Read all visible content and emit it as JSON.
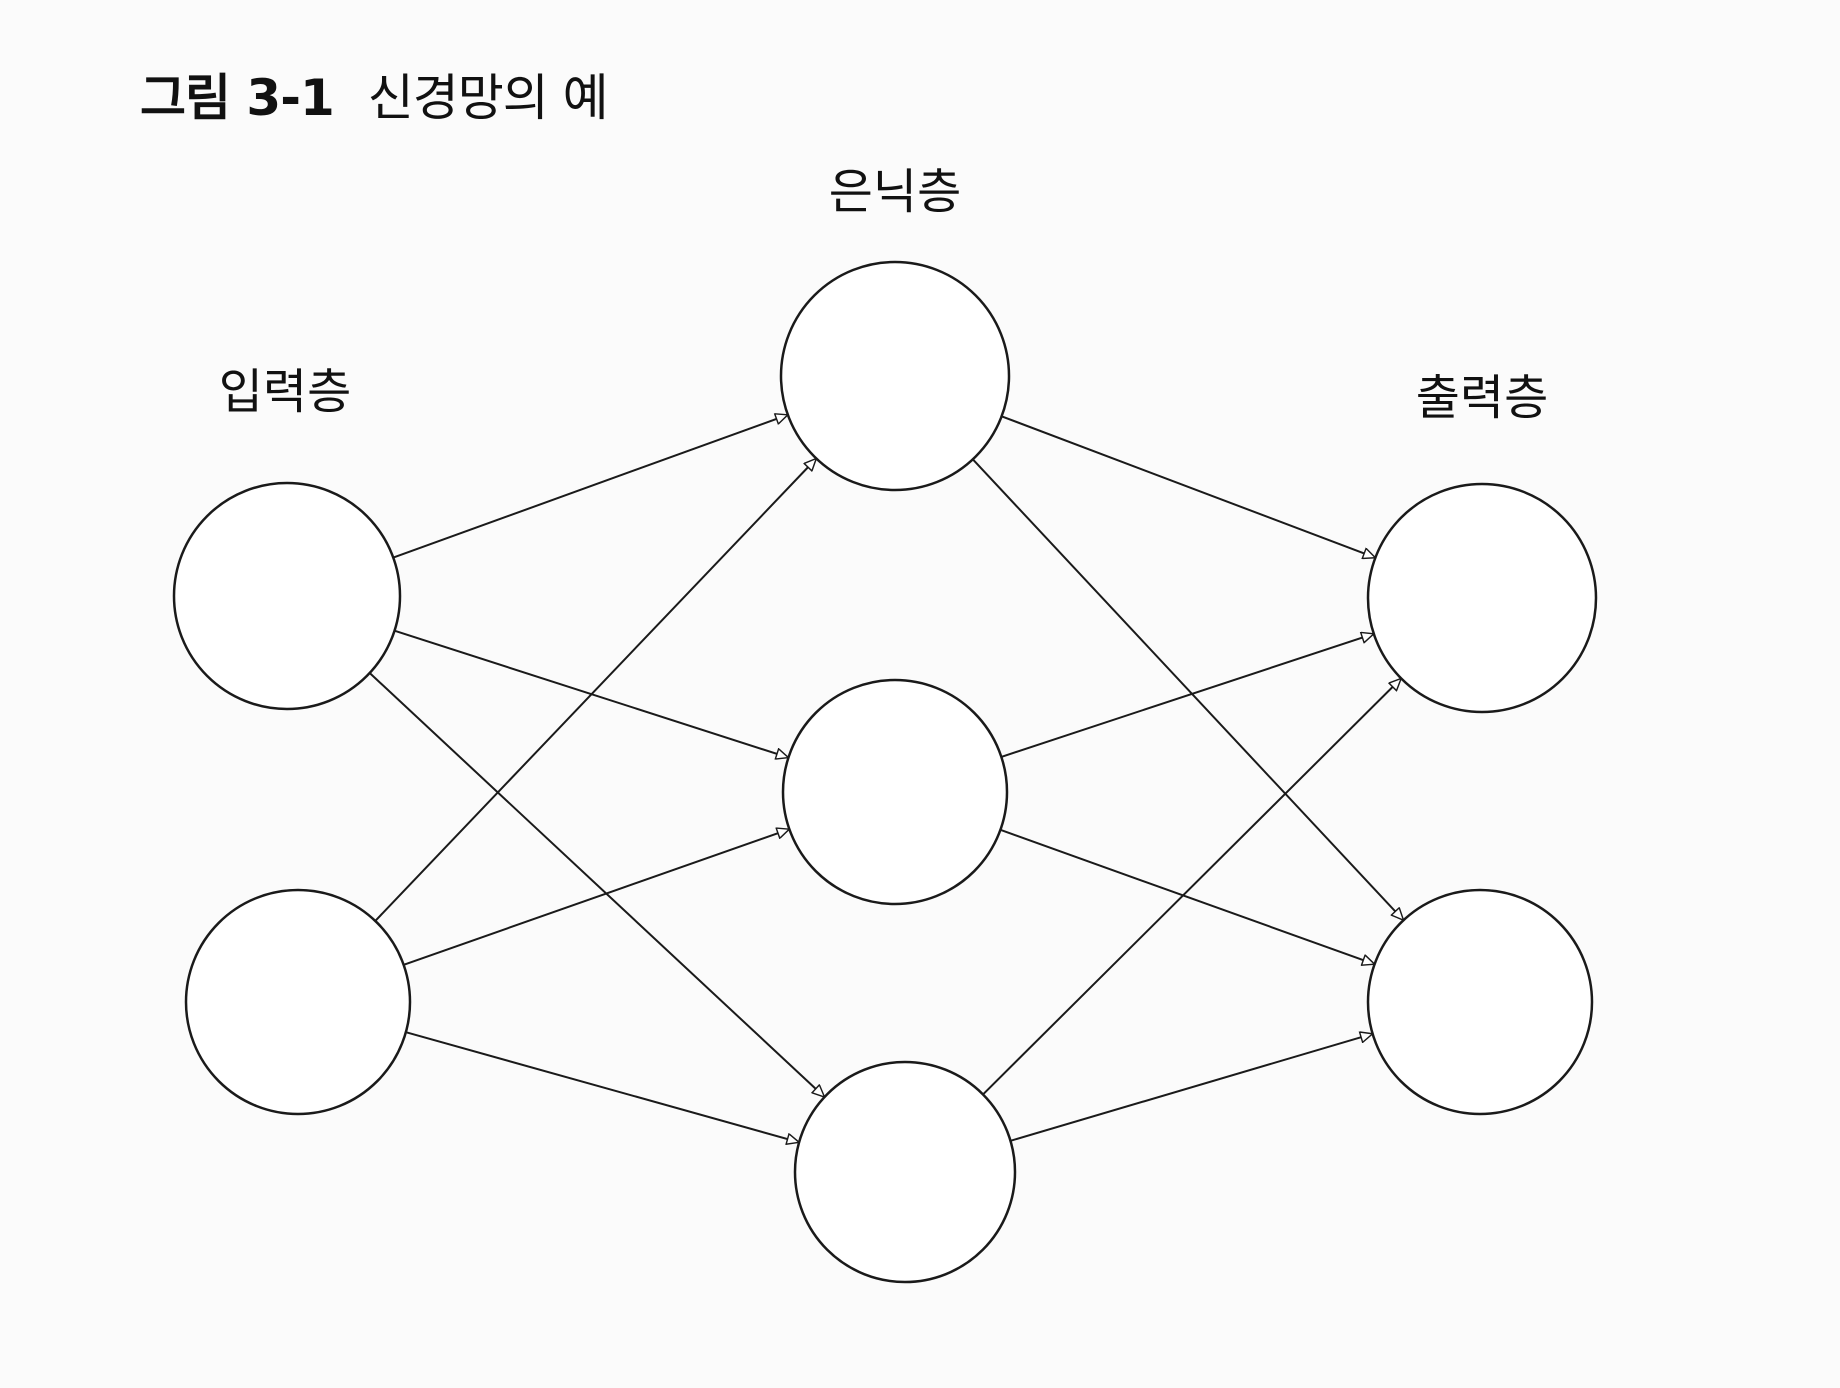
{
  "figure": {
    "label": "그림 3-1",
    "caption": "신경망의 예"
  },
  "layers": {
    "input": "입력층",
    "hidden": "은닉층",
    "output": "출력층"
  },
  "network": {
    "input_count": 2,
    "hidden_count": 3,
    "output_count": 2,
    "connectivity": "fully-connected",
    "stroke_color": "#1a1a1a"
  }
}
